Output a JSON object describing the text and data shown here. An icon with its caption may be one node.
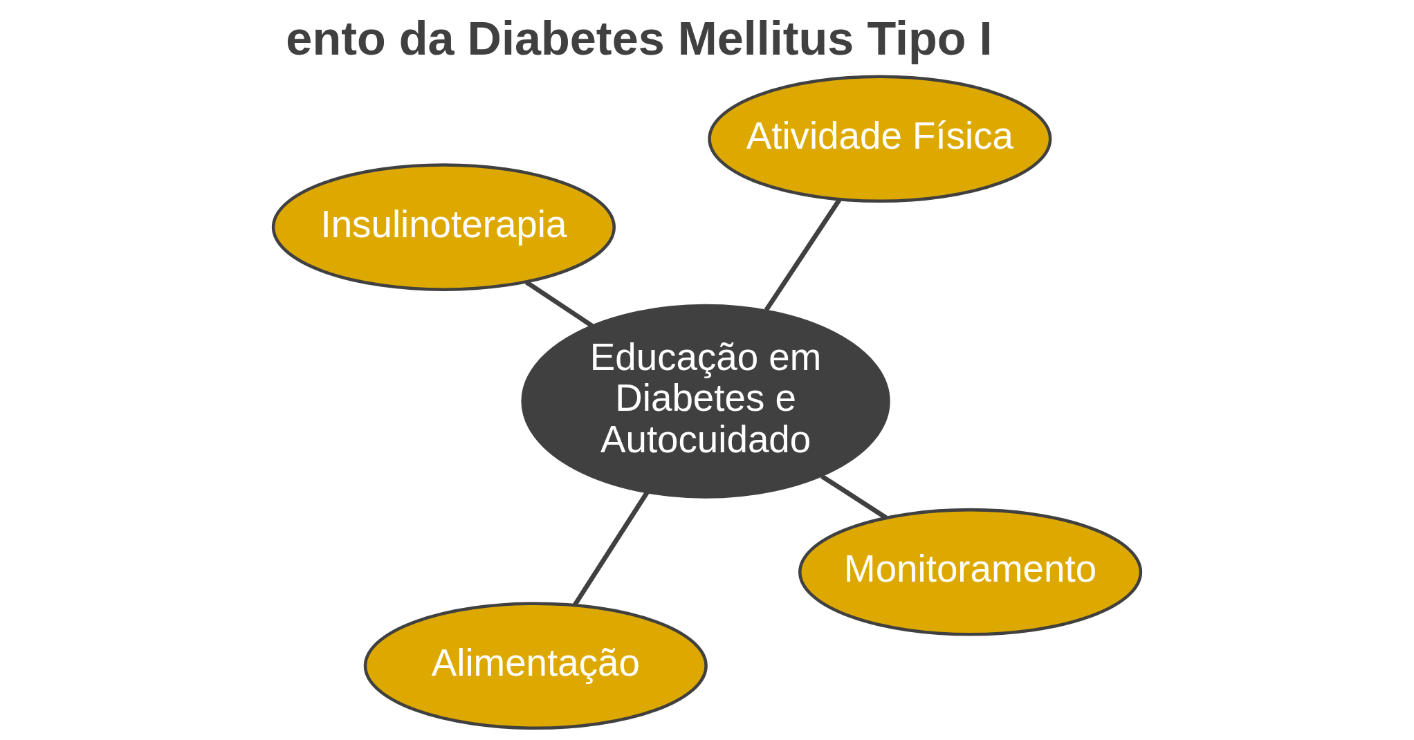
{
  "diagram": {
    "title": "ento da Diabetes Mellitus Tipo I",
    "nodes": [
      {
        "text": [
          "Educação em Diabetes e Autocuidado"
        ]
      },
      {
        "text": [
          "Monitoramento"
        ]
      },
      {
        "text": [
          "Alimentação"
        ]
      },
      {
        "text": [
          "Insulinoterapia"
        ]
      },
      {
        "text": [
          "Atividade Física"
        ]
      }
    ],
    "edges": [
      {
        "from": 0,
        "to": 1,
        "arrow": "none"
      },
      {
        "from": 0,
        "to": 2,
        "arrow": "none"
      },
      {
        "from": 0,
        "to": 3,
        "arrow": "none"
      },
      {
        "from": 0,
        "to": 4,
        "arrow": "none"
      }
    ]
  }
}
